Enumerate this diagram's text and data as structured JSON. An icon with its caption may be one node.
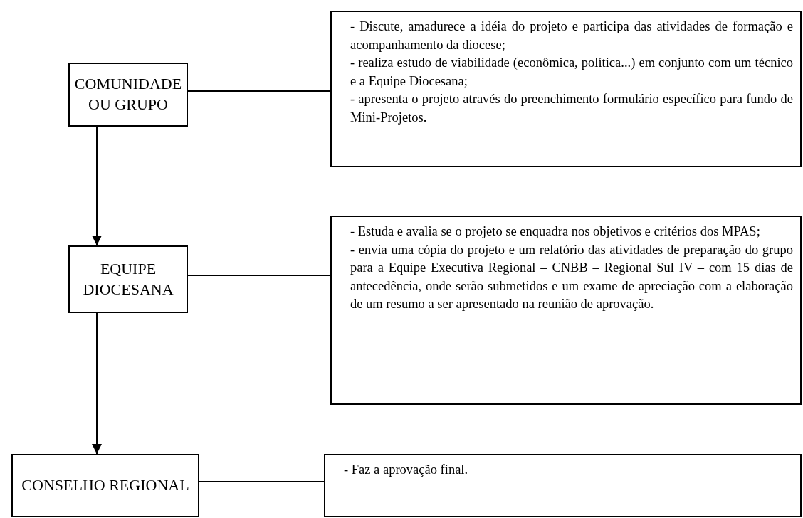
{
  "diagram": {
    "nodes": [
      {
        "text": [
          "COMUNIDADE OU GRUPO"
        ]
      },
      {
        "text": [
          "- Discute, amadurece a idéia do projeto e participa das atividades de formação e acompanhamento da diocese;",
          "- realiza estudo de viabilidade (econômica, política...) em conjunto com um técnico e a Equipe Diocesana;",
          "- apresenta o projeto através do preenchimento formulário específico para fundo de Mini-Projetos."
        ]
      },
      {
        "text": [
          "EQUIPE DIOCESANA"
        ]
      },
      {
        "text": [
          "- Estuda e avalia se o projeto se enquadra nos objetivos e critérios dos MPAS;",
          "- envia uma cópia do projeto e um relatório das atividades de preparação do grupo para a Equipe Executiva Regional – CNBB – Regional Sul IV – com 15 dias de antecedência, onde serão submetidos e um exame de apreciação com a elaboração de um resumo a ser apresentado na reunião de aprovação."
        ]
      },
      {
        "text": [
          "CONSELHO REGIONAL"
        ]
      },
      {
        "text": [
          "- Faz a aprovação final."
        ]
      }
    ],
    "edges": [
      {
        "from": 0,
        "to": 1,
        "arrow": "none"
      },
      {
        "from": 0,
        "to": 2,
        "arrow": "to"
      },
      {
        "from": 2,
        "to": 3,
        "arrow": "none"
      },
      {
        "from": 2,
        "to": 4,
        "arrow": "to"
      },
      {
        "from": 4,
        "to": 5,
        "arrow": "none"
      }
    ]
  }
}
